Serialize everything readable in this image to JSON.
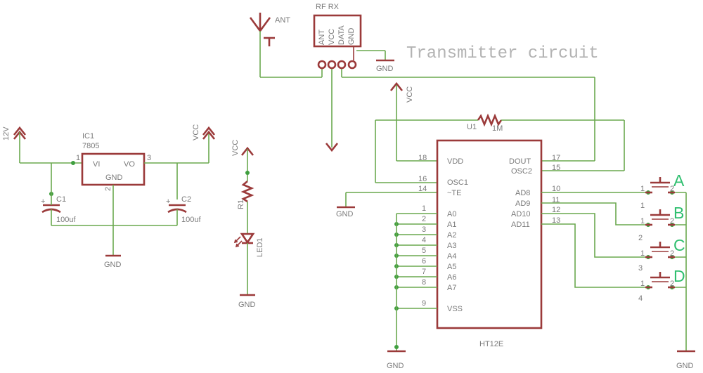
{
  "title": "Transmitter circuit",
  "power": {
    "supply_12v": "12V",
    "vcc_a": "VCC",
    "vcc_b": "VCC",
    "vcc_c": "VCC",
    "gnd_reg": "GND",
    "gnd_led": "GND",
    "gnd_rx": "GND",
    "gnd_te": "GND",
    "gnd_bottom": "GND",
    "gnd_switch": "GND"
  },
  "regulator": {
    "ref": "IC1",
    "part": "7805",
    "vi": "VI",
    "vo": "VO",
    "gnd": "GND",
    "pin1": "1",
    "pin2": "2",
    "pin3": "3"
  },
  "capacitors": [
    {
      "ref": "C1",
      "value": "100uf"
    },
    {
      "ref": "C2",
      "value": "100uf"
    }
  ],
  "led_branch": {
    "resistor": "R1",
    "led": "LED1"
  },
  "antenna": "ANT",
  "rf_module": {
    "name": "RF RX",
    "pins": [
      "ANT",
      "VCC",
      "DATA",
      "GND"
    ]
  },
  "osc_resistor": {
    "ref": "U1",
    "value": "1M"
  },
  "chip": {
    "name": "HT12E",
    "left_pins": [
      {
        "num": "18",
        "label": "VDD"
      },
      {
        "num": "16",
        "label": "OSC1"
      },
      {
        "num": "14",
        "label": "~TE"
      },
      {
        "num": "1",
        "label": "A0"
      },
      {
        "num": "2",
        "label": "A1"
      },
      {
        "num": "3",
        "label": "A2"
      },
      {
        "num": "4",
        "label": "A3"
      },
      {
        "num": "5",
        "label": "A4"
      },
      {
        "num": "6",
        "label": "A5"
      },
      {
        "num": "7",
        "label": "A6"
      },
      {
        "num": "8",
        "label": "A7"
      },
      {
        "num": "9",
        "label": "VSS"
      }
    ],
    "right_pins": [
      {
        "num": "17",
        "label": "DOUT"
      },
      {
        "num": "15",
        "label": "OSC2"
      },
      {
        "num": "10",
        "label": "AD8"
      },
      {
        "num": "11",
        "label": "AD9"
      },
      {
        "num": "12",
        "label": "AD10"
      },
      {
        "num": "13",
        "label": "AD11"
      }
    ]
  },
  "switches": [
    {
      "name": "A",
      "pin_a": "1",
      "pin_b": "2"
    },
    {
      "name": "B",
      "pin_a": "1",
      "pin_b": "2",
      "extra": "1"
    },
    {
      "name": "C",
      "pin_a": "1",
      "pin_b": "2",
      "extra": "2"
    },
    {
      "name": "D",
      "pin_a": "1",
      "pin_b": "2",
      "extra": "3",
      "extra2": "4"
    }
  ]
}
